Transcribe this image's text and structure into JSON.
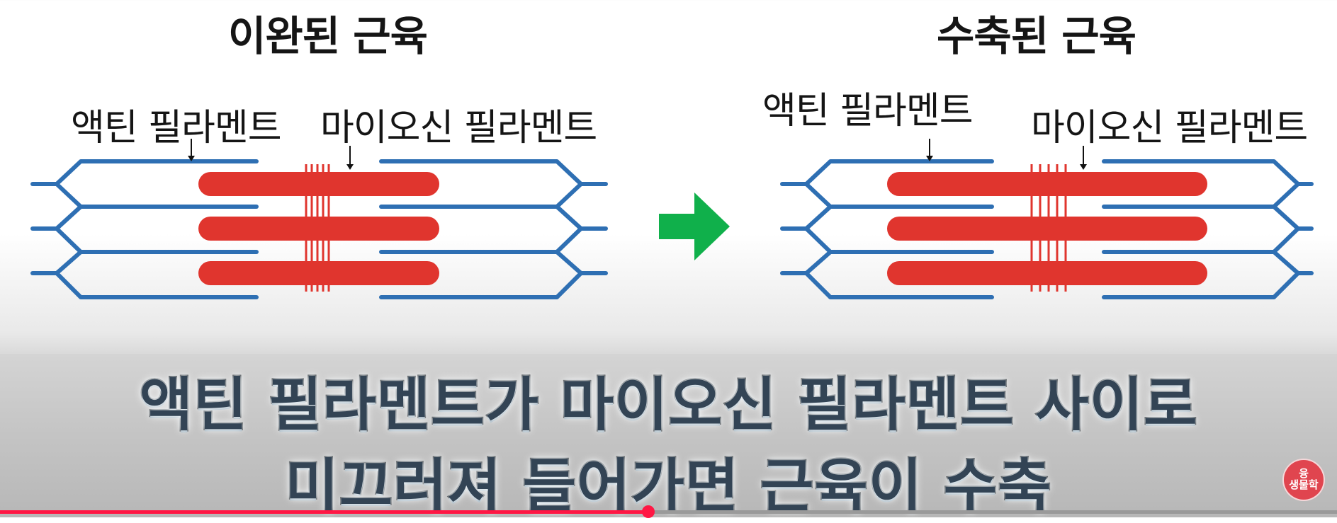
{
  "left_panel": {
    "title": "이완된 근육",
    "actin_label": "액틴 필라멘트",
    "myosin_label": "마이오신 필라멘트"
  },
  "right_panel": {
    "title": "수축된 근육",
    "actin_label": "액틴 필라멘트",
    "myosin_label": "마이오신 필라멘트"
  },
  "caption": {
    "line1": "액틴 필라멘트가 마이오신 필라멘트 사이로",
    "line2": "미끄러져 들어가면 근육이 수축"
  },
  "watermark": {
    "line1": "융",
    "line2": "생물학"
  },
  "video_progress": 0.485,
  "colors": {
    "actin": "#2e6fb3",
    "myosin": "#e0352e",
    "arrow": "#10b04b",
    "progress": "#ff1744"
  }
}
